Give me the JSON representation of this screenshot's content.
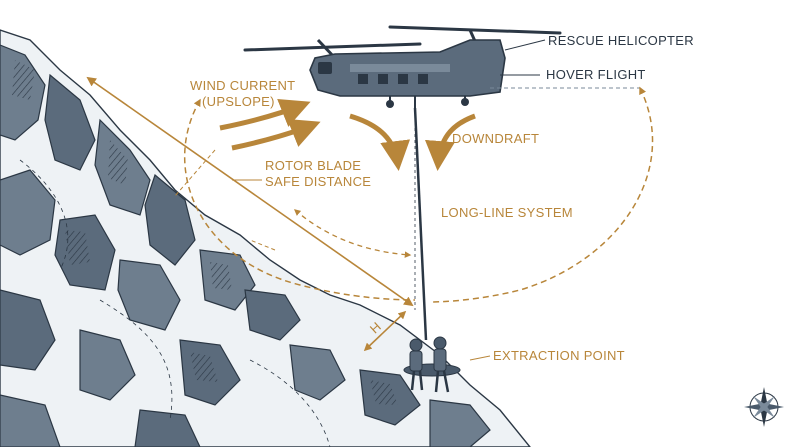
{
  "labels": {
    "rescue_helicopter": "RESCUE HELICOPTER",
    "hover_flight": "HOVER FLIGHT",
    "wind_current_line1": "WIND CURRENT",
    "wind_current_line2": "(UPSLOPE)",
    "downdraft": "DOWNDRAFT",
    "rotor_blade_line1": "ROTOR BLADE",
    "rotor_blade_line2": "SAFE DISTANCE",
    "long_line_system": "LONG-LINE SYSTEM",
    "height_marker": "H",
    "extraction_point": "EXTRACTION POINT"
  },
  "colors": {
    "accent": "#b8863a",
    "slate": "#4a5a6b",
    "rock": "#6e7e8e",
    "ink": "#2b3744",
    "snow": "#ffffff"
  },
  "icons": {
    "compass": "compass-rose-icon"
  }
}
